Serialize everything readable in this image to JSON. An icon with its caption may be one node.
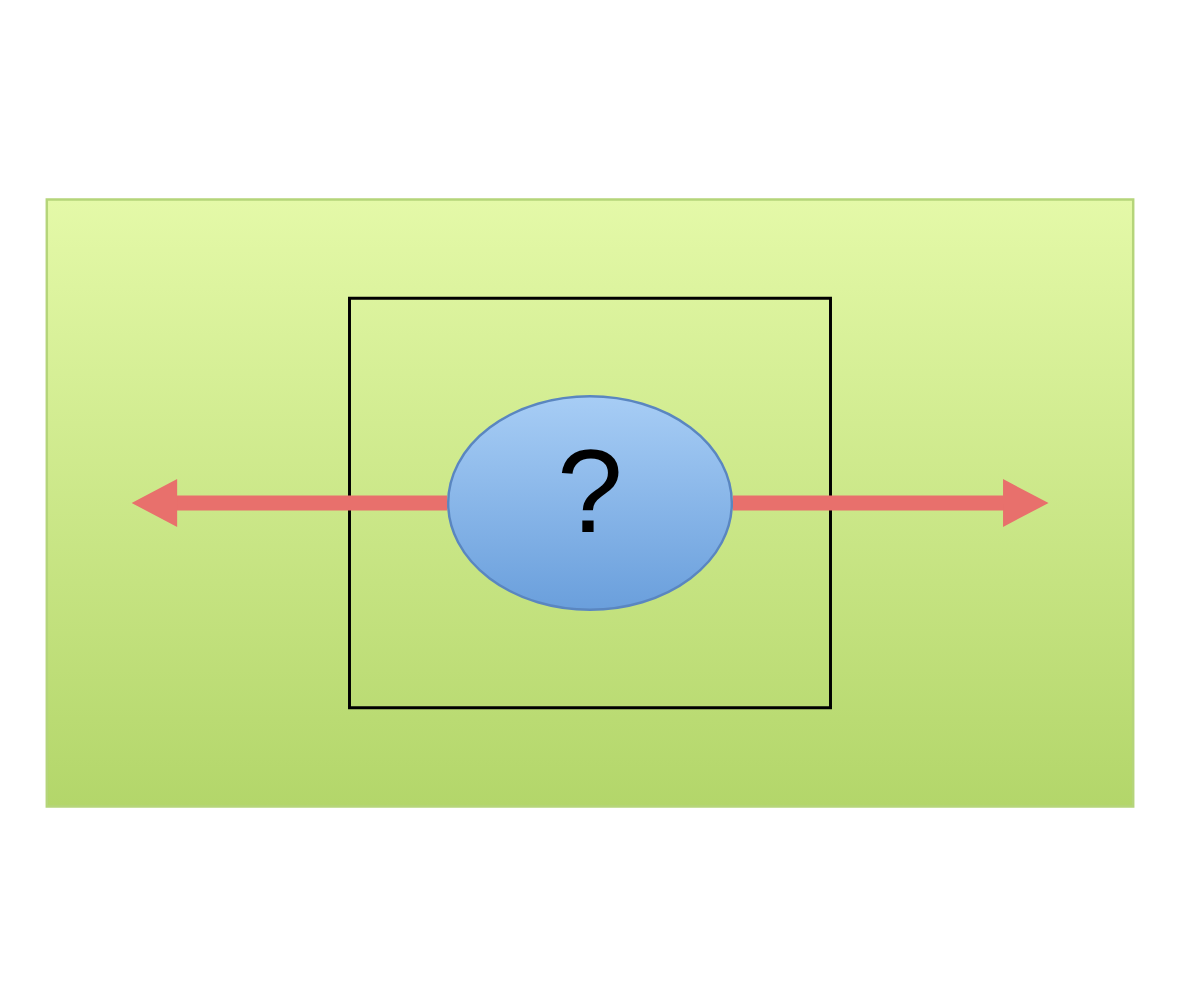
{
  "diagram": {
    "nodes": [
      {
        "text": [],
        "shape": "box"
      },
      {
        "text": [],
        "shape": "box",
        "in": 0
      },
      {
        "text": [
          "?"
        ],
        "in": 1
      }
    ],
    "edges": [
      {
        "from": 2,
        "to": null,
        "arrow": "to"
      },
      {
        "from": 2,
        "to": null,
        "arrow": "to"
      }
    ]
  }
}
